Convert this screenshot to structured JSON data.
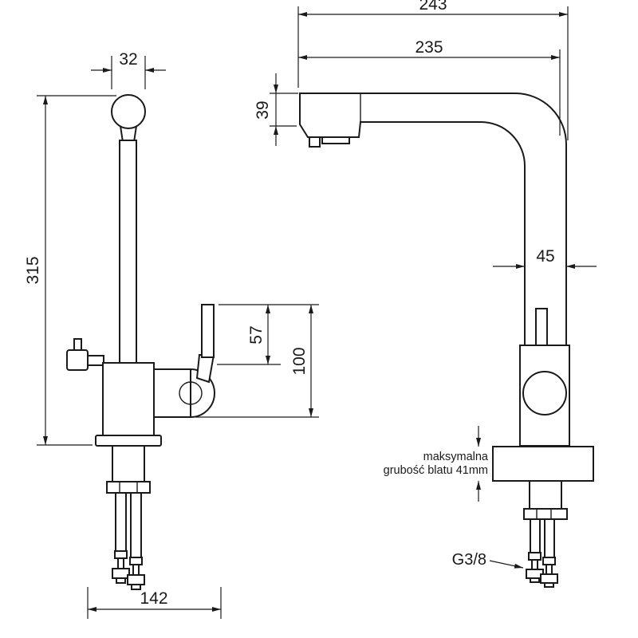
{
  "front_view": {
    "spout_width": "32",
    "total_height": "315",
    "lever_height": "57",
    "lever_total_height": "100",
    "base_width": "142"
  },
  "side_view": {
    "total_depth": "243",
    "spout_reach": "235",
    "spout_height": "39",
    "body_width": "45",
    "counter_note_line1": "maksymalna",
    "counter_note_line2": "grubość blatu 41mm",
    "thread_size": "G3/8"
  }
}
